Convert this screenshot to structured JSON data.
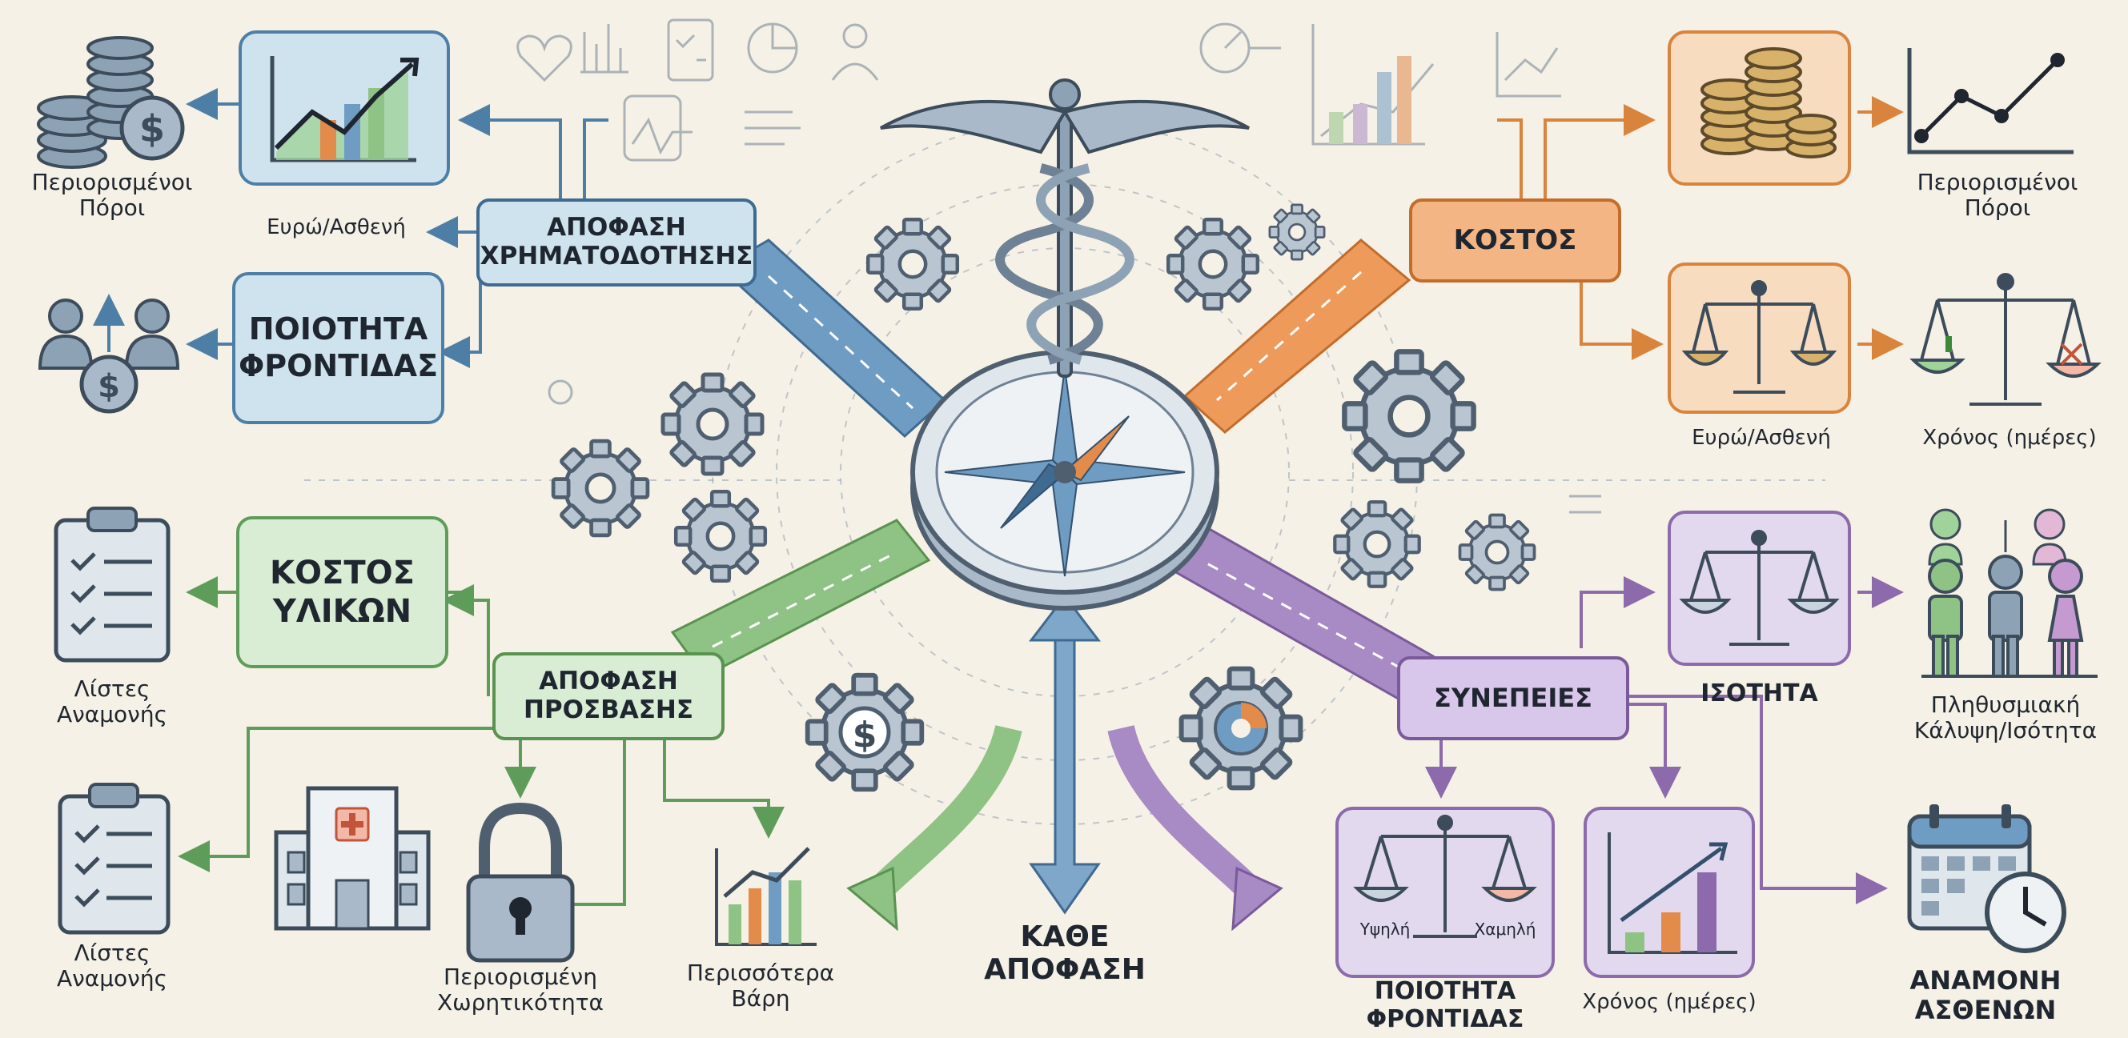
{
  "colors": {
    "background": "#f6f1e6",
    "blue": "#cfe3ef",
    "blue_border": "#4d7fa6",
    "green": "#d9edd4",
    "green_border": "#5e9c5a",
    "orange": "#f8dcc0",
    "orange_border": "#d9843d",
    "purple": "#e3d9ef",
    "purple_border": "#8c6aac",
    "steel": "#8ea2b6"
  },
  "center": {
    "label": "ΚΑΘΕ\nΑΠΟΦΑΣΗ"
  },
  "nodes": {
    "funding": "ΑΠΟΦΑΣΗ\nΧΡΗΜΑΤΟΔΟΤΗΣΗΣ",
    "cost": "ΚΟΣΤΟΣ",
    "access": "ΑΠΟΦΑΣΗ\nΠΡΟΣΒΑΣΗΣ",
    "consequences": "ΣΥΝΕΠΕΙΕΣ"
  },
  "left_cards": {
    "quality": "ΠΟΙΟΤΗΤΑ\nΦΡΟΝΤΙΔΑΣ",
    "material_cost": "ΚΟΣΤΟΣ\nΥΛΙΚΩΝ"
  },
  "labels": {
    "limited_resources_left": "Περιορισμένοι\nΠόροι",
    "euro_patient_left": "Ευρώ/Ασθενή",
    "waiting_lists_1": "Λίστες\nΑναμονής",
    "waiting_lists_2": "Λίστες\nΑναμονής",
    "limited_capacity": "Περιορισμένη\nΧωρητικότητα",
    "more_burden": "Περισσότερα\nΒάρη",
    "limited_resources_right": "Περιορισμένοι\nΠόροι",
    "euro_patient_right": "Ευρώ/Ασθενή",
    "time_days_right": "Χρόνος (ημέρες)",
    "equality": "ΙΣΟΤΗΤΑ",
    "population_coverage": "Πληθυσμιακή\nΚάλυψη/Ισότητα",
    "quality_bottom": "ΠΟΙΟΤΗΤΑ\nΦΡΟΝΤΙΔΑΣ",
    "time_days_bottom": "Χρόνος (ημέρες)",
    "patient_waiting": "ΑΝΑΜΟΝΗ\nΑΣΘΕΝΩΝ",
    "high": "Υψηλή",
    "low": "Χαμηλή"
  },
  "icons": {
    "caduceus": "caduceus-icon",
    "compass": "compass-icon",
    "gear": "gear-icon",
    "coins": "coins-icon",
    "chart": "line-chart-icon",
    "scale": "balance-scale-icon",
    "clipboard": "checklist-icon",
    "hospital": "hospital-icon",
    "lock": "padlock-icon",
    "calendar": "calendar-clock-icon",
    "people": "people-icon"
  }
}
